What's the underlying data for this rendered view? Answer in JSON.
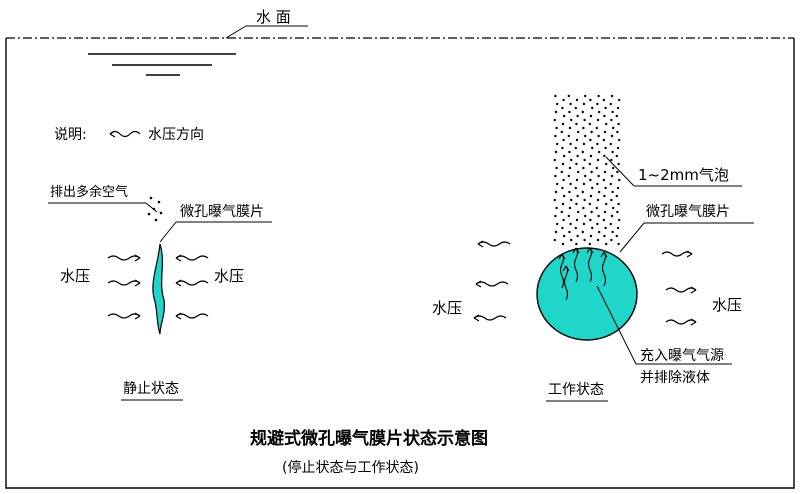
{
  "labels": {
    "water_surface": "水 面",
    "legend_prefix": "说明:",
    "legend_text": "水压方向",
    "exhaust_air": "排出多余空气",
    "membrane_left": "微孔曝气膜片",
    "membrane_right": "微孔曝气膜片",
    "bubbles": "1~2mm气泡",
    "pressure_left_l": "水压",
    "pressure_left_r": "水压",
    "pressure_right_l": "水压",
    "pressure_right_r": "水压",
    "fill_line1": "充入曝气气源",
    "fill_line2": "并排除液体",
    "state_static": "静止状态",
    "state_working": "工作状态",
    "title": "规避式微孔曝气膜片状态示意图",
    "subtitle": "(停止状态与工作状态)"
  },
  "colors": {
    "membrane_fill": "#1fd6c8",
    "stroke": "#000000"
  }
}
